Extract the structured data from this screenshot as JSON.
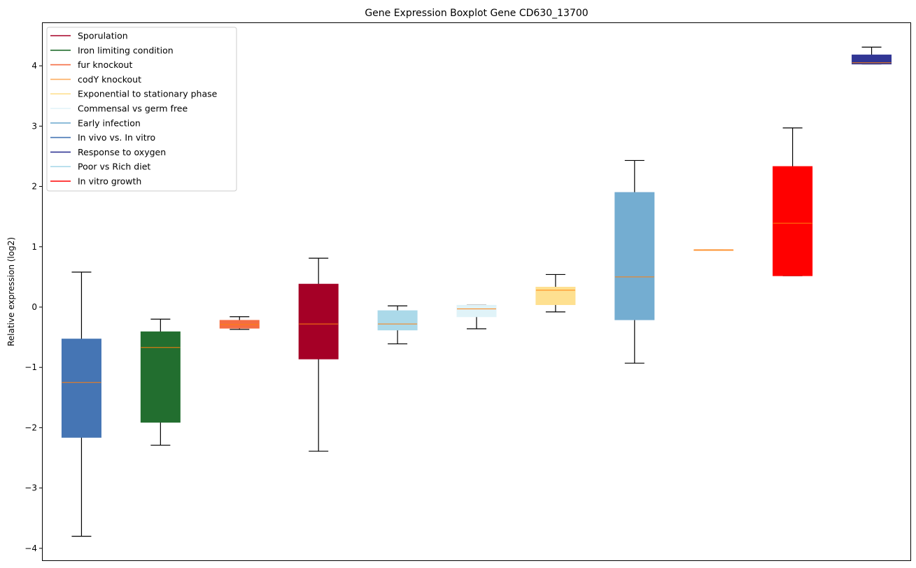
{
  "chart_data": {
    "type": "boxplot",
    "title": "Gene Expression Boxplot Gene CD630_13700",
    "xlabel": "",
    "ylabel": "Relative expression (log2)",
    "ylim": [
      -4.21,
      4.72
    ],
    "yticks": [
      -4,
      -3,
      -2,
      -1,
      0,
      1,
      2,
      3,
      4
    ],
    "ytick_labels": [
      "−4",
      "−3",
      "−2",
      "−1",
      "0",
      "1",
      "2",
      "3",
      "4"
    ],
    "grid": false,
    "legend_position": "top-left",
    "median_color": "#ff7f0e",
    "legend": [
      {
        "label": "Sporulation",
        "color": "#a50026"
      },
      {
        "label": "Iron limiting condition",
        "color": "#226e2f"
      },
      {
        "label": "fur knockout",
        "color": "#f46d43"
      },
      {
        "label": "codY knockout",
        "color": "#fdae61"
      },
      {
        "label": "Exponential to stationary phase",
        "color": "#fee090"
      },
      {
        "label": "Commensal vs germ free",
        "color": "#e0f3f8"
      },
      {
        "label": "Early infection",
        "color": "#74add1"
      },
      {
        "label": "In vivo vs. In vitro",
        "color": "#4575b4"
      },
      {
        "label": "Response to oxygen",
        "color": "#313695"
      },
      {
        "label": "Poor vs Rich diet",
        "color": "#abd9e9"
      },
      {
        "label": "In vitro growth",
        "color": "#ff0000"
      }
    ],
    "boxes": [
      {
        "group": "In vivo vs. In vitro",
        "color": "#4575b4",
        "whislo": -3.8,
        "q1": -2.16,
        "med": -1.25,
        "q3": -0.53,
        "whishi": 0.58
      },
      {
        "group": "Iron limiting condition",
        "color": "#226e2f",
        "whislo": -2.29,
        "q1": -1.91,
        "med": -0.67,
        "q3": -0.41,
        "whishi": -0.2
      },
      {
        "group": "fur knockout",
        "color": "#f46d43",
        "whislo": -0.37,
        "q1": -0.35,
        "med": -0.29,
        "q3": -0.22,
        "whishi": -0.16
      },
      {
        "group": "Sporulation",
        "color": "#a50026",
        "whislo": -2.39,
        "q1": -0.86,
        "med": -0.28,
        "q3": 0.38,
        "whishi": 0.81
      },
      {
        "group": "Poor vs Rich diet",
        "color": "#abd9e9",
        "whislo": -0.61,
        "q1": -0.38,
        "med": -0.28,
        "q3": -0.06,
        "whishi": 0.02
      },
      {
        "group": "Commensal vs germ free",
        "color": "#e0f3f8",
        "whislo": -0.36,
        "q1": -0.16,
        "med": -0.03,
        "q3": 0.03,
        "whishi": 0.03
      },
      {
        "group": "Exponential to stationary phase",
        "color": "#fee090",
        "whislo": -0.08,
        "q1": 0.04,
        "med": 0.28,
        "q3": 0.33,
        "whishi": 0.54
      },
      {
        "group": "Early infection",
        "color": "#74add1",
        "whislo": -0.93,
        "q1": -0.21,
        "med": 0.5,
        "q3": 1.9,
        "whishi": 2.43
      },
      {
        "group": "codY knockout",
        "color": "#fdae61",
        "whislo": 0.94,
        "q1": 0.94,
        "med": 0.95,
        "q3": 0.95,
        "whishi": 0.95
      },
      {
        "group": "In vitro growth",
        "color": "#ff0000",
        "whislo": 0.52,
        "q1": 0.52,
        "med": 1.39,
        "q3": 2.33,
        "whishi": 2.97
      },
      {
        "group": "Response to oxygen",
        "color": "#313695",
        "whislo": 4.03,
        "q1": 4.03,
        "med": 4.05,
        "q3": 4.18,
        "whishi": 4.31
      }
    ]
  }
}
